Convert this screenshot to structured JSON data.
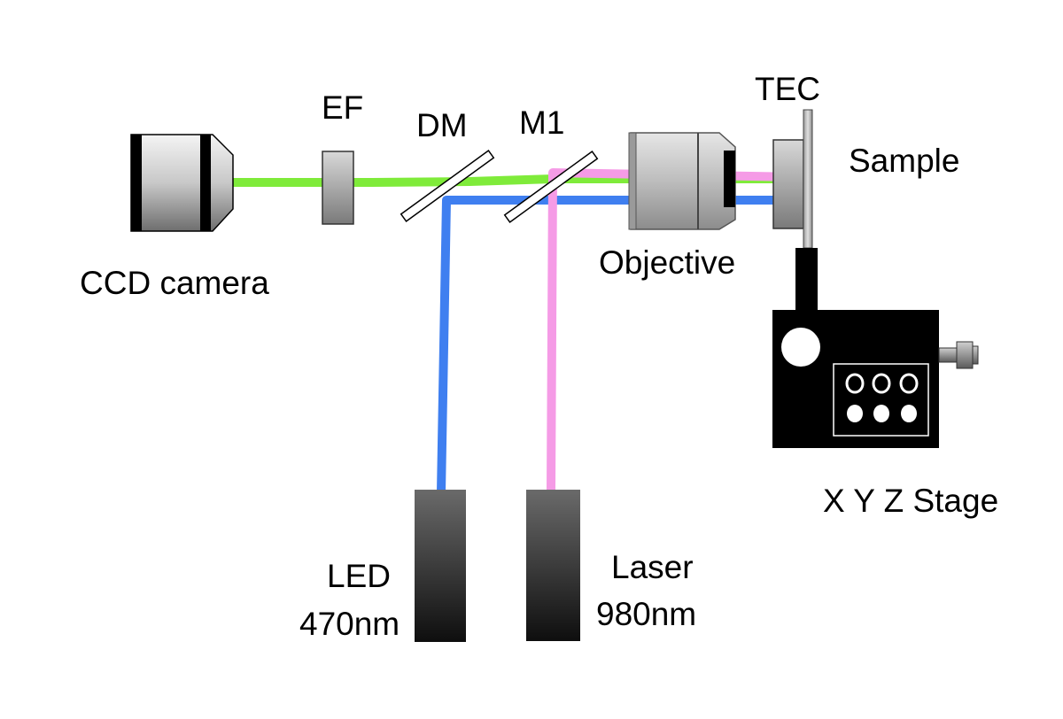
{
  "labels": {
    "ef": "EF",
    "dm": "DM",
    "m1": "M1",
    "tec": "TEC",
    "sample": "Sample",
    "ccd_camera": "CCD camera",
    "objective": "Objective",
    "led_line1": "LED",
    "led_line2": "470nm",
    "laser_line1": "Laser",
    "laser_line2": "980nm",
    "stage": "X Y Z Stage"
  },
  "colors": {
    "green_beam": "#7FEB3A",
    "blue_beam": "#3F7FF0",
    "pink_beam": "#F59BE6",
    "source_dark": "#1a1a1a",
    "stage_body": "#000000"
  }
}
